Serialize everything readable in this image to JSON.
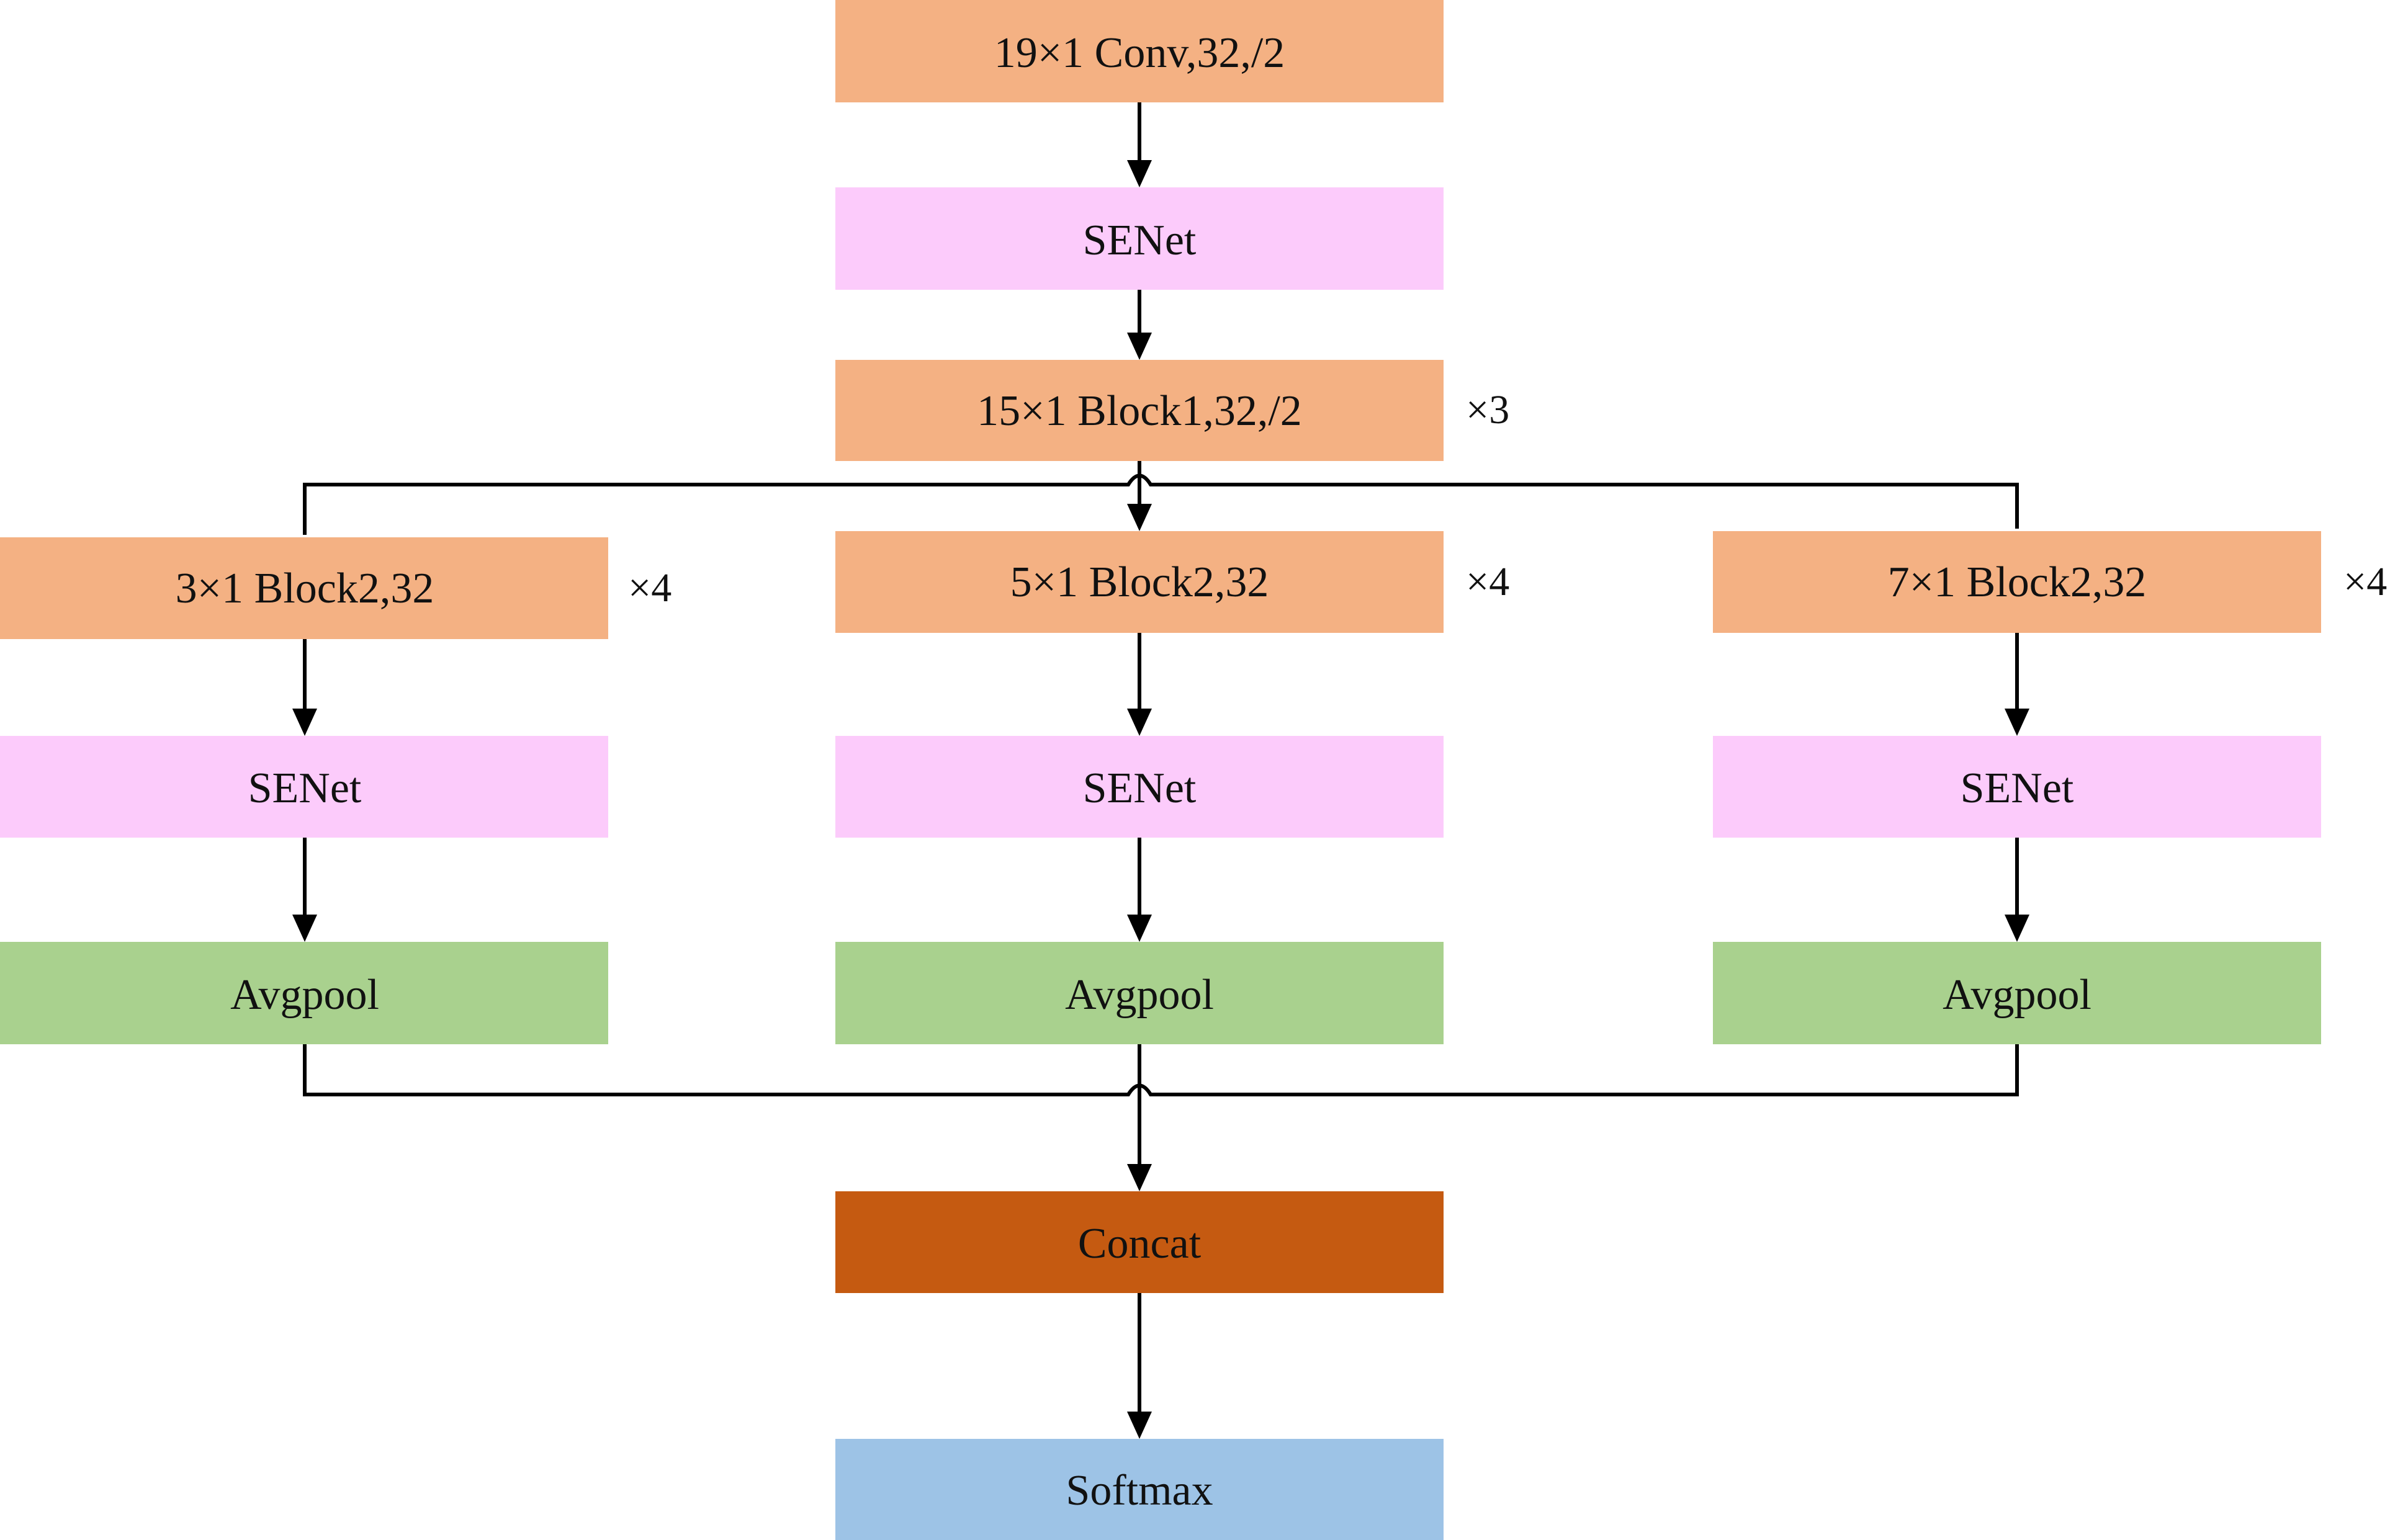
{
  "colors": {
    "conv_block": "#f4b183",
    "senet": "#fccbfb",
    "avgpool": "#a9d18e",
    "concat": "#c55a11",
    "softmax": "#9dc3e6",
    "line": "#000000"
  },
  "stem": {
    "conv": "19×1 Conv,32,/2",
    "senet": "SENet",
    "block1": "15×1 Block1,32,/2",
    "block1_mult": "×3"
  },
  "branches": [
    {
      "block": "3×1 Block2,32",
      "mult": "×4",
      "senet": "SENet",
      "pool": "Avgpool"
    },
    {
      "block": "5×1 Block2,32",
      "mult": "×4",
      "senet": "SENet",
      "pool": "Avgpool"
    },
    {
      "block": "7×1 Block2,32",
      "mult": "×4",
      "senet": "SENet",
      "pool": "Avgpool"
    }
  ],
  "head": {
    "concat": "Concat",
    "softmax": "Softmax"
  }
}
